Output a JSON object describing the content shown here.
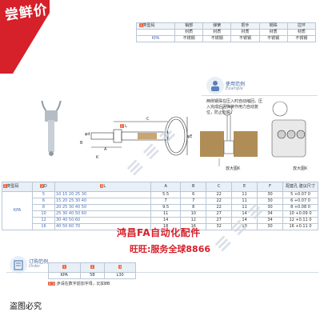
{
  "ribbon": {
    "text": "尝鲜价",
    "color": "#d6202a"
  },
  "material_table": {
    "headers": [
      "类型码",
      "销部",
      "弹簧",
      "把手",
      "钢珠",
      "拉环"
    ],
    "row_label": "材质",
    "row": {
      "code": "KPA",
      "values": [
        "不锈钢",
        "不锈钢",
        "不锈钢",
        "不锈钢",
        "不锈钢"
      ]
    }
  },
  "usage": {
    "title": "使用范例",
    "subtitle": "Example",
    "description": "两侧钢珠在压入时自动缩回，压入完成后因弹簧作用力自动复位，防止松脱。",
    "magnify_labels": [
      "放大图K",
      "放大图K"
    ]
  },
  "drawing_labels": {
    "c": "C",
    "a": "A",
    "b": "B",
    "d": "φd",
    "e": "φE",
    "l": "L",
    "k": "K",
    "l_badge": "2"
  },
  "dim_table": {
    "headers": [
      "类型码",
      "D",
      "L",
      "A",
      "B",
      "C",
      "E",
      "F",
      "配套孔 建议尺寸"
    ],
    "type_code": "KPA",
    "rows": [
      {
        "d": "5",
        "l": "10 15 20 25 30",
        "a": "5.5",
        "b": "6",
        "c": "22",
        "e": "11",
        "f": "30",
        "hole": "5 +0.07 0"
      },
      {
        "d": "6",
        "l": "15 20 25 30 40",
        "a": "7",
        "b": "7",
        "c": "22",
        "e": "11",
        "f": "30",
        "hole": "6 +0.07 0"
      },
      {
        "d": "8",
        "l": "20 25 30 40 50",
        "a": "9.5",
        "b": "8",
        "c": "22",
        "e": "11",
        "f": "30",
        "hole": "8 +0.08 0"
      },
      {
        "d": "10",
        "l": "25 30 40 50 60",
        "a": "11",
        "b": "10",
        "c": "27",
        "e": "14",
        "f": "34",
        "hole": "10 +0.09 0"
      },
      {
        "d": "12",
        "l": "30 40 50 60",
        "a": "14",
        "b": "12",
        "c": "27",
        "e": "14",
        "f": "34",
        "hole": "12 +0.11 0"
      },
      {
        "d": "16",
        "l": "40 50 60 70",
        "a": "18",
        "b": "16",
        "c": "32",
        "e": "19",
        "f": "30",
        "hole": "16 +0.11 0"
      }
    ]
  },
  "overlay": {
    "shop_text": "鸿昌FA自动化配件",
    "service_text": "旺旺:服务全球8866"
  },
  "order": {
    "title": "订购范例",
    "subtitle": "Order",
    "example": [
      "KPA",
      "5B",
      "L30"
    ],
    "note": "步请在数字前加字母，比如8B"
  },
  "footer": "盗图必究"
}
